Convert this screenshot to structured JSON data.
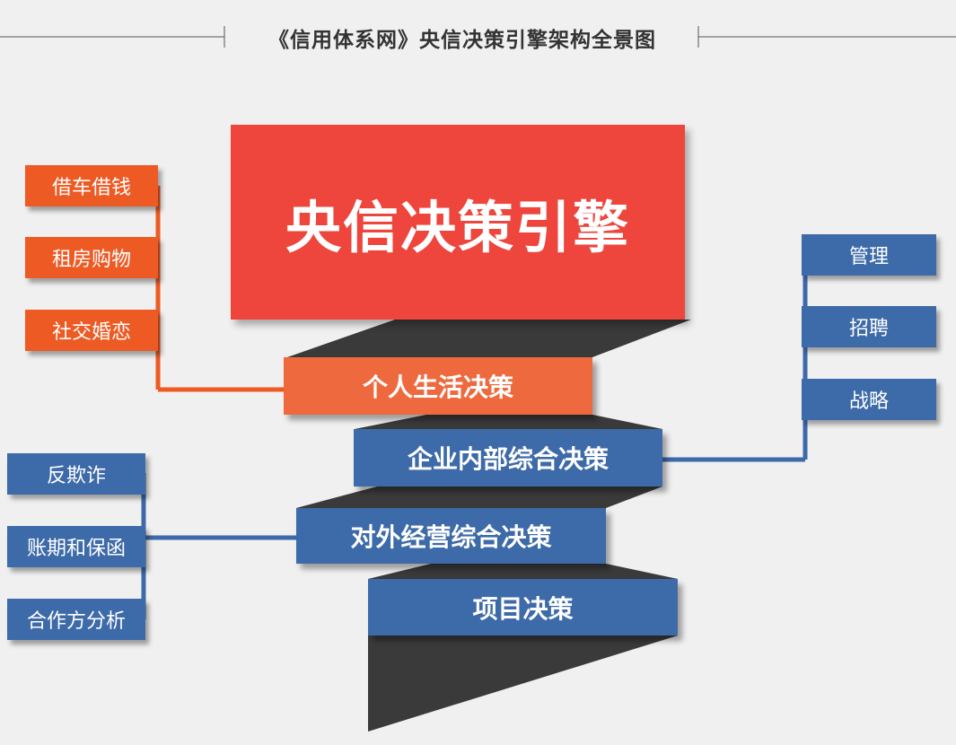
{
  "header": {
    "title": "《信用体系网》央信决策引擎架构全景图"
  },
  "engine": {
    "label": "央信决策引擎"
  },
  "branches": {
    "personal": {
      "label": "个人生活决策",
      "items": [
        "借车借钱",
        "租房购物",
        "社交婚恋"
      ]
    },
    "enterprise": {
      "label": "企业内部综合决策",
      "items": [
        "管理",
        "招聘",
        "战略"
      ]
    },
    "external": {
      "label": "对外经营综合决策",
      "items": [
        "反欺诈",
        "账期和保函",
        "合作方分析"
      ]
    },
    "project": {
      "label": "项目决策"
    }
  },
  "colors": {
    "background": "#f0f0f0",
    "engine": "#ee463d",
    "personal": "#ee6a3e",
    "personal_leaf": "#ee5a24",
    "business": "#3d6aa8",
    "ribbon_shadow": "#3a3a3a"
  }
}
